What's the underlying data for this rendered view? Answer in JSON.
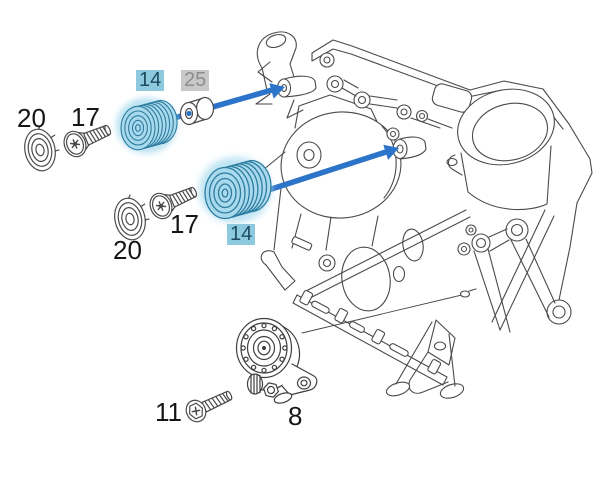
{
  "diagram_type": "engine-belt-drive-parts-diagram",
  "colors": {
    "background": "#ffffff",
    "line": "#4a4a4a",
    "arrow_blue": "#2c74c9",
    "highlight_pulley_fill": "#a9d9ec",
    "highlight_pulley_stroke": "#2c7c9f",
    "highlight_glow": "#bfe4f3",
    "label_selected_bg": "#8ecadf",
    "label_selected_text": "#1d4a5e",
    "label_dimmed_bg": "#c8c8c8",
    "label_dimmed_text": "#8d8d8d",
    "label_text": "#161616"
  },
  "callouts": {
    "cap_upper": "20",
    "bolt_upper": "17",
    "pulley_upper": "14",
    "spacer": "25",
    "cap_lower": "20",
    "bolt_lower": "17",
    "pulley_lower": "14",
    "tensioner_bolt": "11",
    "tensioner": "8"
  },
  "highlighted_parts": [
    "14",
    "14"
  ],
  "dimmed_parts": [
    "25"
  ],
  "arrows": [
    {
      "name": "upper-pulley-to-mount",
      "color": "#2c74c9"
    },
    {
      "name": "lower-pulley-to-mount",
      "color": "#2c74c9"
    }
  ]
}
